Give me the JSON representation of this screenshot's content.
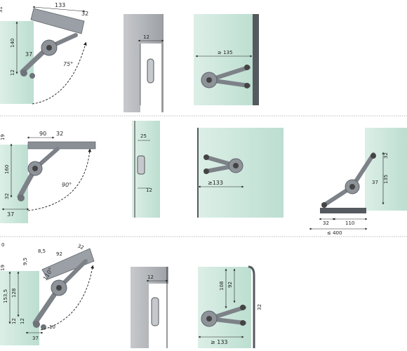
{
  "row1": {
    "fig_a": {
      "d_top": "133",
      "d_right": "32",
      "d_left": "31",
      "d_height": "140",
      "d_pivot": "37",
      "d_base": "12",
      "angle": "75°"
    },
    "fig_b": {
      "d_gap": "12"
    },
    "fig_c": {
      "d_reach": "≥ 135"
    }
  },
  "row2": {
    "fig_a": {
      "d_left_top": "19",
      "d_top": "90",
      "d_right": "32",
      "d_height": "160",
      "d_low": "32",
      "d_bottom": "37",
      "angle": "90°"
    },
    "fig_b": {
      "d_top": "25",
      "d_bottom": "12"
    },
    "fig_c": {
      "d_reach": "≥133"
    },
    "fig_d": {
      "d_v1": "32",
      "d_v2": "37",
      "d_v3": "135",
      "d_b1": "32",
      "d_b2": "110",
      "d_total": "≤ 400"
    }
  },
  "row3": {
    "label": "0",
    "fig_a": {
      "d_t1": "8,5",
      "d_t2": "92",
      "d_t3": "32",
      "d_side": "9,5",
      "d_left_top": "19",
      "d_tall": "153,5",
      "d_mid": "128",
      "d_low1": "12",
      "d_low2": "12",
      "d_bottom": "37",
      "d_pin": "10",
      "angle": "110°"
    },
    "fig_b": {
      "d_top": "12"
    },
    "fig_c": {
      "d_v1": "108",
      "d_v2": "92",
      "d_side": "32",
      "d_reach": "≥ 133"
    }
  },
  "colors": {
    "panel": "#cfe7dd",
    "panel_dark": "#a9d0c0",
    "arm": "#8a8f96",
    "arm_dark": "#5d6268",
    "cabinet_edge": "#555a60",
    "divider": "#bdbdbd"
  }
}
